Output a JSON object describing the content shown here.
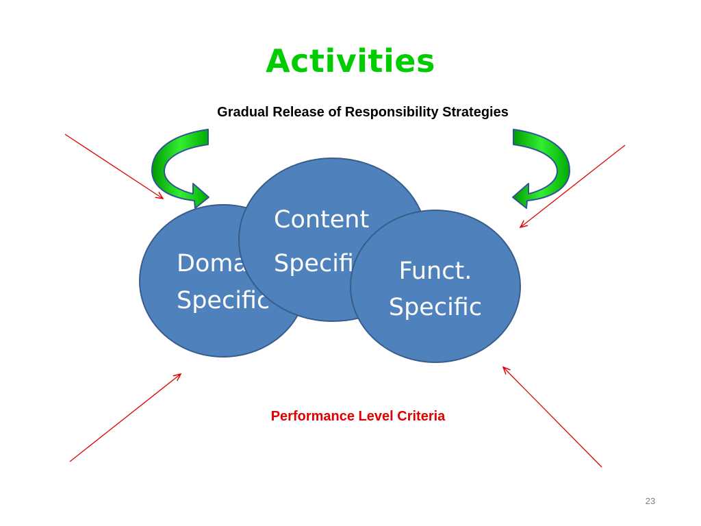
{
  "slide": {
    "title": "Activities",
    "subtitle": "Gradual Release of Responsibility Strategies",
    "criteria_label": "Performance Level Criteria",
    "page_number": "23"
  },
  "circles": {
    "domain": {
      "line1": "Doma",
      "line2": "Specific"
    },
    "content": {
      "line1": "Content",
      "line2": "Specifi"
    },
    "function": {
      "line1": "Funct.",
      "line2": "Specific"
    }
  },
  "icons": {
    "curved_arrows": "curved-arrow-icon",
    "pointer_lines": "red-arrow-icon"
  },
  "colors": {
    "title": "#00CC00",
    "circle_fill": "#4F81BD",
    "circle_stroke": "#385D8A",
    "curved_arrow_fill": "#00CC00",
    "pointer_lines": "#E00000",
    "criteria": "#E00000"
  }
}
